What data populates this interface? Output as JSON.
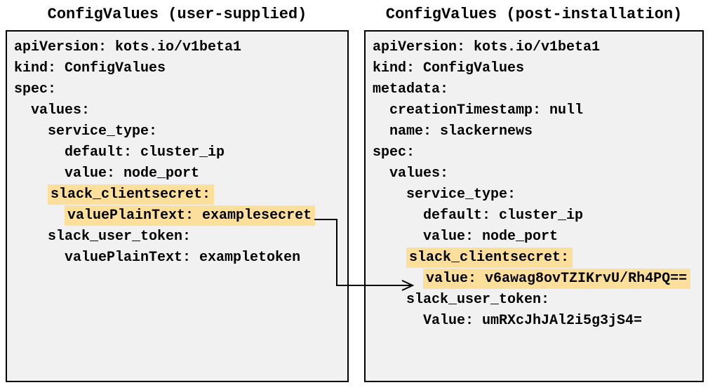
{
  "colors": {
    "highlight": "#fbdf9b",
    "panel_background": "#f1f1f1",
    "panel_border": "#000000",
    "arrow": "#000000",
    "text": "#000000"
  },
  "left_panel": {
    "title": "ConfigValues (user-supplied)",
    "lines": [
      {
        "text": "apiVersion: kots.io/v1beta1"
      },
      {
        "text": "kind: ConfigValues"
      },
      {
        "text": "spec:"
      },
      {
        "text": "  values:"
      },
      {
        "text": "    service_type:"
      },
      {
        "text": "      default: cluster_ip"
      },
      {
        "text": "      value: node_port"
      },
      {
        "pre": "    ",
        "hl": "slack_clientsecret:"
      },
      {
        "pre": "      ",
        "hl": "valuePlainText: examplesecret"
      },
      {
        "text": "    slack_user_token:"
      },
      {
        "text": "      valuePlainText: exampletoken"
      }
    ]
  },
  "right_panel": {
    "title": "ConfigValues (post-installation)",
    "lines": [
      {
        "text": "apiVersion: kots.io/v1beta1"
      },
      {
        "text": "kind: ConfigValues"
      },
      {
        "text": "metadata:"
      },
      {
        "text": "  creationTimestamp: null"
      },
      {
        "text": "  name: slackernews"
      },
      {
        "text": "spec:"
      },
      {
        "text": "  values:"
      },
      {
        "text": "    service_type:"
      },
      {
        "text": "      default: cluster_ip"
      },
      {
        "text": "      value: node_port"
      },
      {
        "pre": "    ",
        "hl": "slack_clientsecret:"
      },
      {
        "pre": "      ",
        "hl": "value: v6awag8ovTZIKrvU/Rh4PQ=="
      },
      {
        "text": "    slack_user_token:"
      },
      {
        "text": "      Value: umRXcJhJAl2i5g3jS4="
      }
    ]
  }
}
